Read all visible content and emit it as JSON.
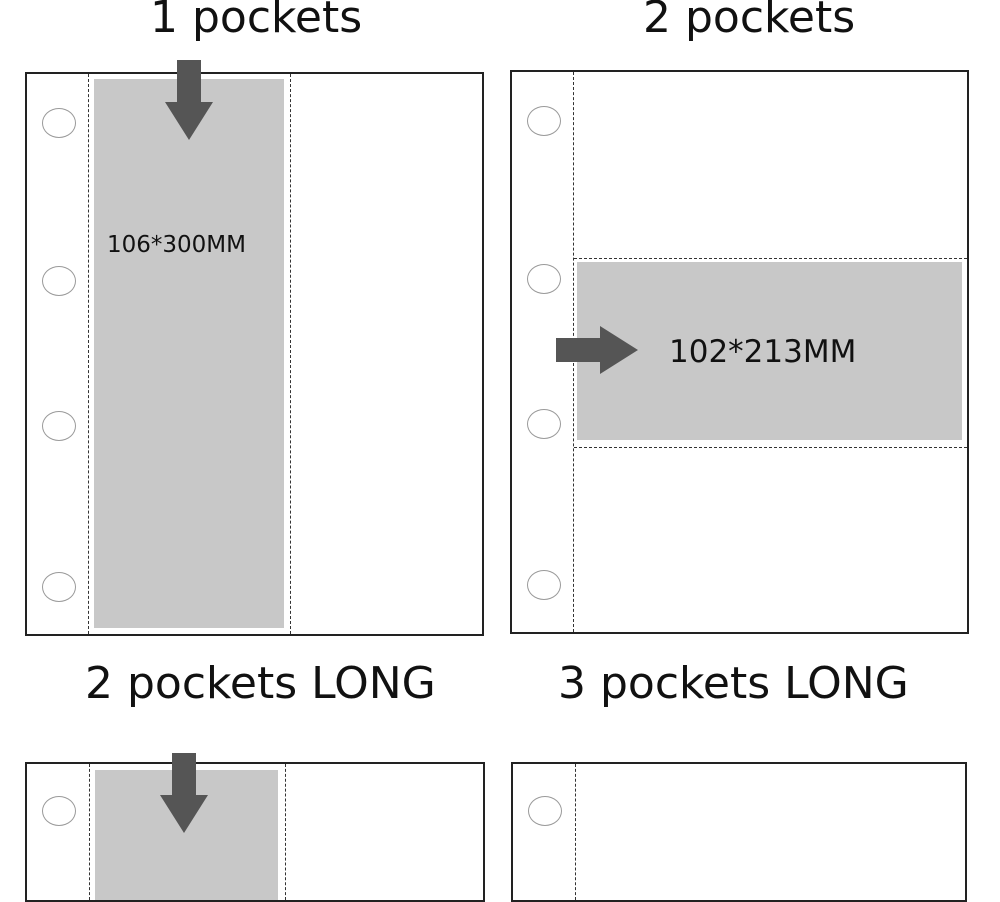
{
  "panels": {
    "one_pocket": {
      "title": "1 pockets",
      "dimension": "106*300MM"
    },
    "two_pocket": {
      "title": "2 pockets",
      "dimension": "102*213MM"
    },
    "two_pocket_long": {
      "title": "2 pockets LONG"
    },
    "three_pocket_long": {
      "title": "3 pockets LONG"
    }
  },
  "colors": {
    "pocket_fill": "#c8c8c8",
    "arrow": "#555555",
    "border": "#222222",
    "hole": "#9a9a9a"
  },
  "icons": {
    "arrow_down": "arrow-down-icon",
    "arrow_right": "arrow-right-icon"
  }
}
